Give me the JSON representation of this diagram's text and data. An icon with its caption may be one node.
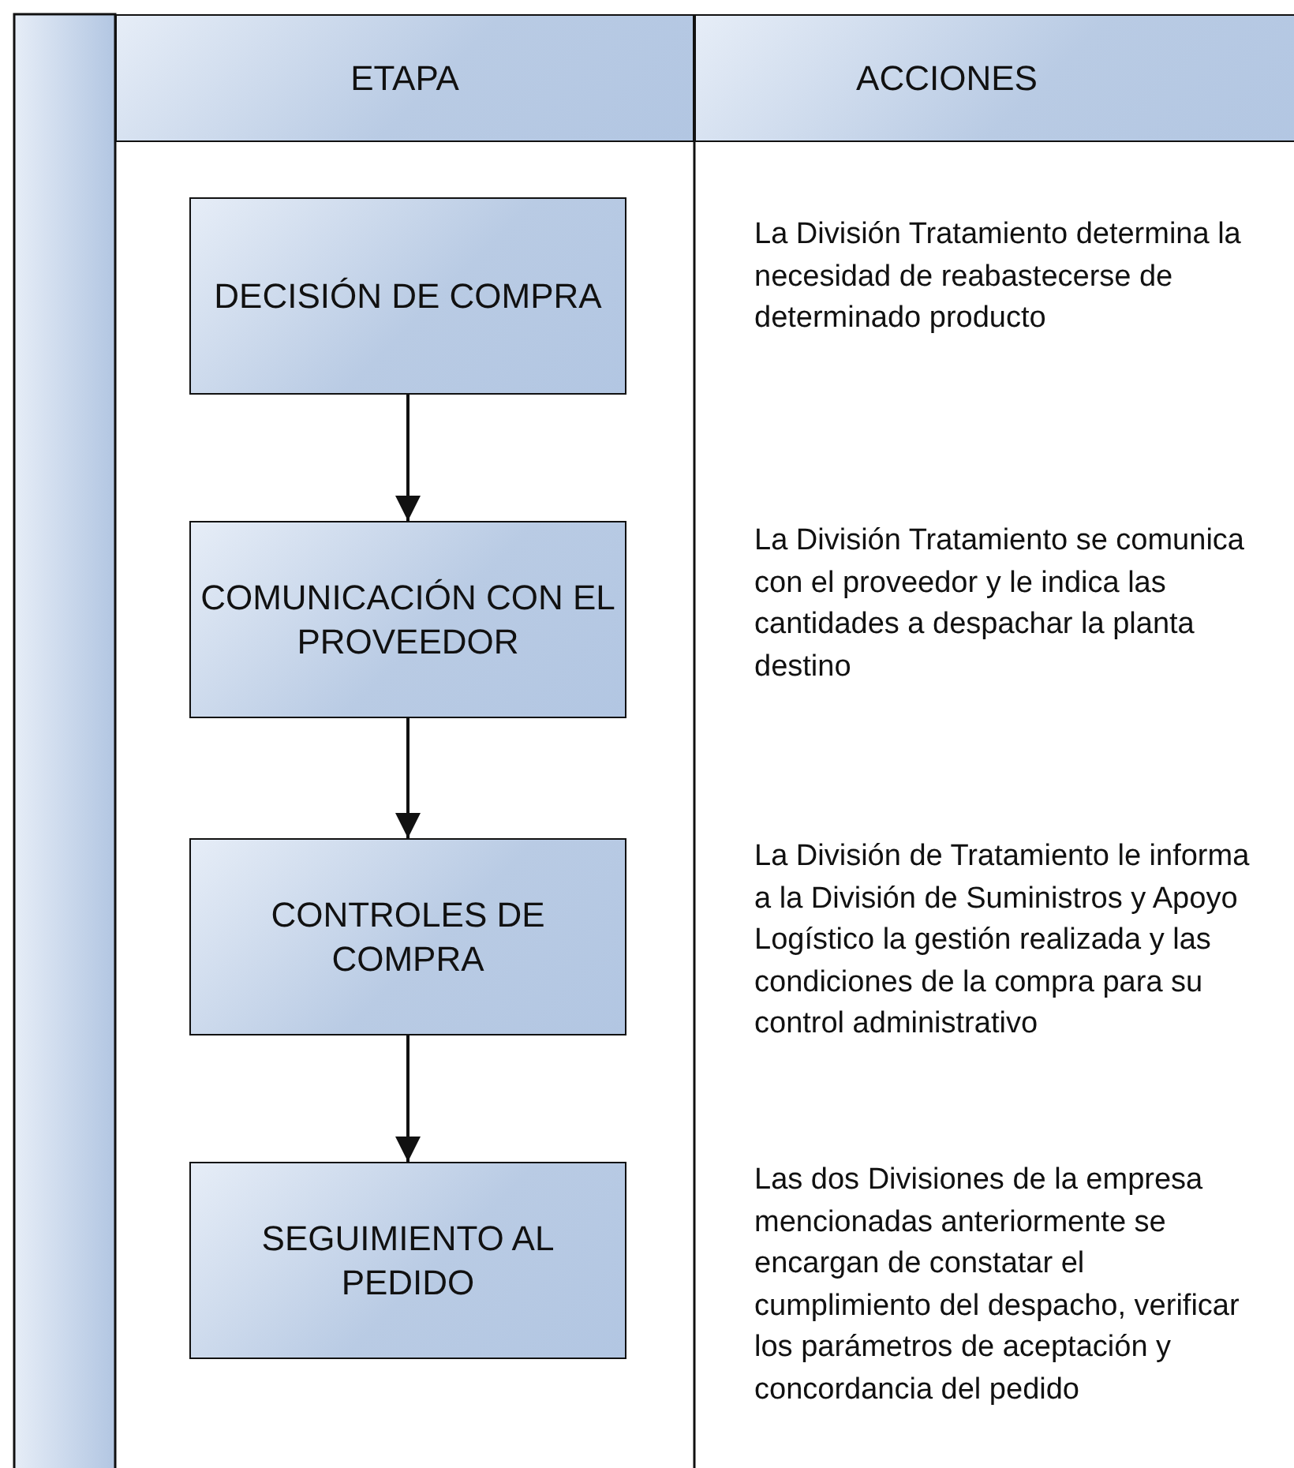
{
  "diagram": {
    "nodes": [
      {
        "text": [
          "ETAPA"
        ]
      },
      {
        "text": [
          "ACCIONES"
        ]
      },
      {
        "text": [
          "DECISIÓN DE COMPRA"
        ]
      },
      {
        "text": [
          "COMUNICACIÓN CON EL PROVEEDOR"
        ]
      },
      {
        "text": [
          "CONTROLES DE COMPRA"
        ]
      },
      {
        "text": [
          "SEGUIMIENTO AL PEDIDO"
        ]
      }
    ],
    "edges": [
      {
        "from": 2,
        "to": 3,
        "arrow": "to"
      },
      {
        "from": 3,
        "to": 4,
        "arrow": "to"
      },
      {
        "from": 4,
        "to": 5,
        "arrow": "to"
      }
    ],
    "labels": [
      "La División Tratamiento determina la necesidad de reabastecerse de determinado producto",
      "La División Tratamiento se comunica con el proveedor y le indica las cantidades a despachar la planta destino",
      "La División de Tratamiento le informa a la División de Suministros y Apoyo Logístico la gestión realizada y las condiciones de la compra para su control administrativo",
      "Las dos Divisiones de la empresa mencionadas anteriormente se encargan de constatar el cumplimiento del despacho, verificar los parámetros de aceptación y concordancia del pedido"
    ]
  }
}
